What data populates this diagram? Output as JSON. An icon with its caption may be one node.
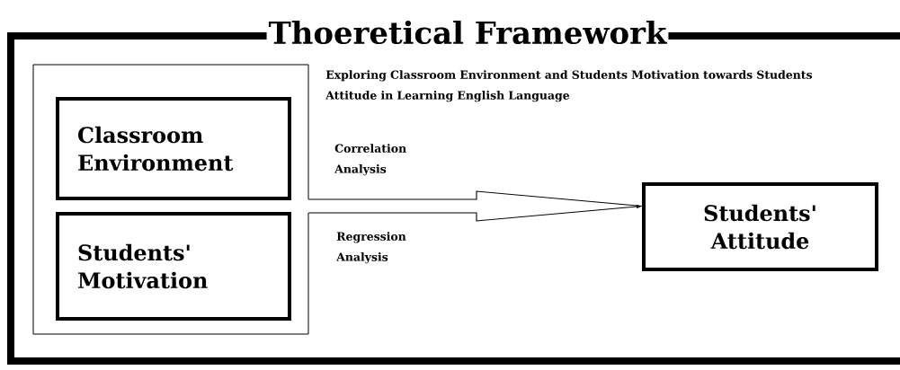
{
  "diagram": {
    "nodes": [
      {
        "text": [
          "Thoeretical Framework"
        ]
      },
      {
        "text": [],
        "shape": "box",
        "in": 0
      },
      {
        "text": [
          "Classroom Environment"
        ],
        "in": 1
      },
      {
        "text": [
          "Students' Motivation"
        ],
        "in": 1
      },
      {
        "text": [
          "Students' Attitude"
        ],
        "in": 0
      }
    ],
    "edges": [
      {
        "from": 1,
        "to": 4,
        "arrow": "to"
      }
    ],
    "labels": [
      "Exploring Classroom Environment and Students Motivation towards Students Attitude in Learning English Language",
      "Correlation Analysis",
      "Regression Analysis"
    ]
  }
}
